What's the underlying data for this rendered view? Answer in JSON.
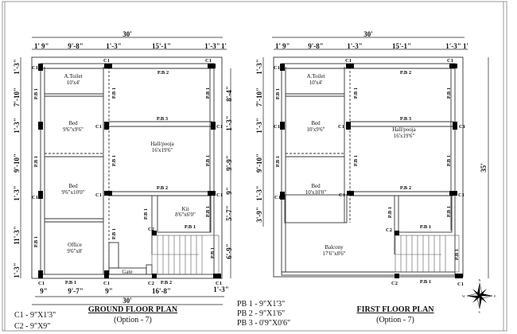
{
  "ground_floor": {
    "title": "GROUND FLOOR PLAN",
    "option": "(Option - 7)",
    "rooms": [
      {
        "name": "A.Toilet",
        "size": "10'x4'"
      },
      {
        "name": "Bed",
        "size": "9'6\"x9'6\""
      },
      {
        "name": "Hall/pooja",
        "size": "16'x19'6\""
      },
      {
        "name": "Bed",
        "size": "9'6\"x10'0\""
      },
      {
        "name": "Kit",
        "size": "8'6\"x6'0\""
      },
      {
        "name": "Office",
        "size": "9'6\"x8'"
      },
      {
        "name": "Gate",
        "size": ""
      }
    ],
    "top_dims": [
      "30'",
      "1'",
      "9\"",
      "9'-8\"",
      "1'-3\"",
      "15'-1\"",
      "1'-3\"",
      "1'"
    ],
    "left_dims": [
      "1'-3\"",
      "7'-10\"",
      "1'-3\"",
      "9'-10\"",
      "1'-3\"",
      "11'-3\"",
      "1'-3\""
    ],
    "right_dims": [
      "8'-4\"",
      "1'-3\"",
      "9'-9\"",
      "9\"",
      "5'-7\"",
      "6'-9\""
    ],
    "bottom_dims": [
      "9\"",
      "9'-7\"",
      "9\"",
      "16'-8\"",
      "1'-3\"",
      "30'"
    ]
  },
  "first_floor": {
    "title": "FIRST FLOOR PLAN",
    "option": "(Option - 7)",
    "rooms": [
      {
        "name": "A.Toilet",
        "size": "10'x4'"
      },
      {
        "name": "Bed",
        "size": "10'x9'6\""
      },
      {
        "name": "Hall/pooja",
        "size": "16'x19'6\""
      },
      {
        "name": "Bed",
        "size": "10'x10'0\""
      },
      {
        "name": "Balcony",
        "size": "17'6\"x8'6\""
      }
    ],
    "top_dims": [
      "30'",
      "1'",
      "9\"",
      "9'-8\"",
      "1'-3\"",
      "15'-1\"",
      "1'-3\"",
      "1'"
    ],
    "left_dims": [
      "1'-3\"",
      "7'-10\"",
      "1'-3\"",
      "9'-10\"",
      "1'-3\"",
      "3'-9\""
    ],
    "right_dims": [
      "35'"
    ]
  },
  "labels": {
    "c1": "C1",
    "c2": "C2",
    "pb1": "P.B 1",
    "pb2": "P.B 2",
    "pb3": "P.B 3"
  },
  "legend": {
    "columns": [
      "C1  -  9\"X1'3\"",
      "C2  -  9\"X9\""
    ],
    "beams": [
      "PB 1 - 9\"X1'3\"",
      "PB 2 - 9\"X1'6\"",
      "PB 3 - 0'9\"X0'6\""
    ]
  },
  "compass": {
    "n": "N",
    "s": "S",
    "e": "E",
    "w": "W"
  }
}
